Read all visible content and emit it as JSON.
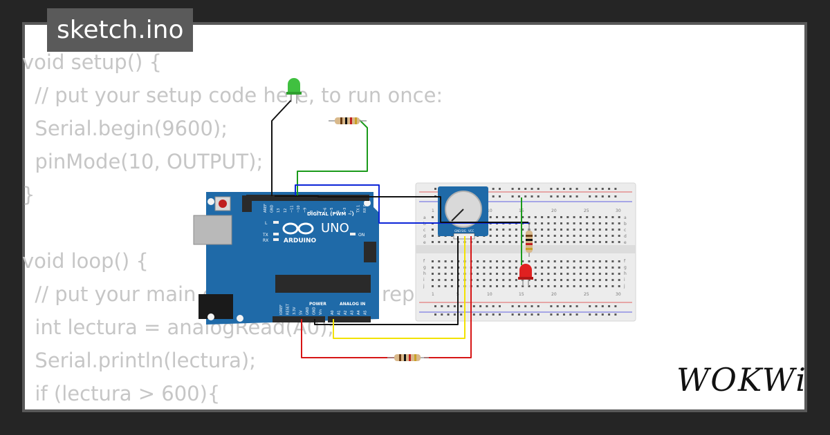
{
  "header": {
    "title": "sketch.ino"
  },
  "code": {
    "lines": [
      "void setup() {",
      "  // put your setup code here, to run once:",
      "  Serial.begin(9600);",
      "  pinMode(10, OUTPUT);",
      "}",
      "",
      "void loop() {",
      "  // put your main code here, to run repeatedly:",
      "  int lectura = analogRead(A0);",
      "  Serial.println(lectura);",
      "  if (lectura > 600){"
    ]
  },
  "brand": {
    "logo_text": "WOKWi"
  },
  "arduino": {
    "board_name": "UNO",
    "brand_text": "ARDUINO",
    "digital_label": "DIGITAL (PWM ~)",
    "power_label": "POWER",
    "analog_label": "ANALOG IN",
    "on_label": "ON",
    "l_label": "L",
    "tx_label": "TX",
    "rx_label": "RX",
    "top_pin_labels": [
      "AREF",
      "GND",
      "13",
      "12",
      "~11",
      "~10",
      "~9",
      "8",
      "7",
      "~6",
      "~5",
      "4",
      "~3",
      "2",
      "TX 1",
      "RX 0"
    ],
    "power_pin_labels": [
      "IOREF",
      "RESET",
      "3.3V",
      "5V",
      "GND",
      "GND",
      "Vin"
    ],
    "analog_pin_labels": [
      "A0",
      "A1",
      "A2",
      "A3",
      "A4",
      "A5"
    ]
  },
  "potentiometer": {
    "pin_labels": [
      "GND",
      "SIG",
      "VCC"
    ]
  },
  "breadboard": {
    "col_numbers": [
      "1",
      "5",
      "10",
      "15",
      "20",
      "25",
      "30"
    ],
    "row_letters_top": [
      "a",
      "b",
      "c",
      "d",
      "e"
    ],
    "row_letters_bottom": [
      "f",
      "g",
      "h",
      "i",
      "j"
    ]
  },
  "colors": {
    "board": "#1f6aa8",
    "wire_black": "#111111",
    "wire_green": "#1a9a1a",
    "wire_blue": "#0b24d8",
    "wire_red": "#d61414",
    "wire_yellow": "#f2e200",
    "led_green": "#40c040",
    "led_red": "#e02020"
  }
}
